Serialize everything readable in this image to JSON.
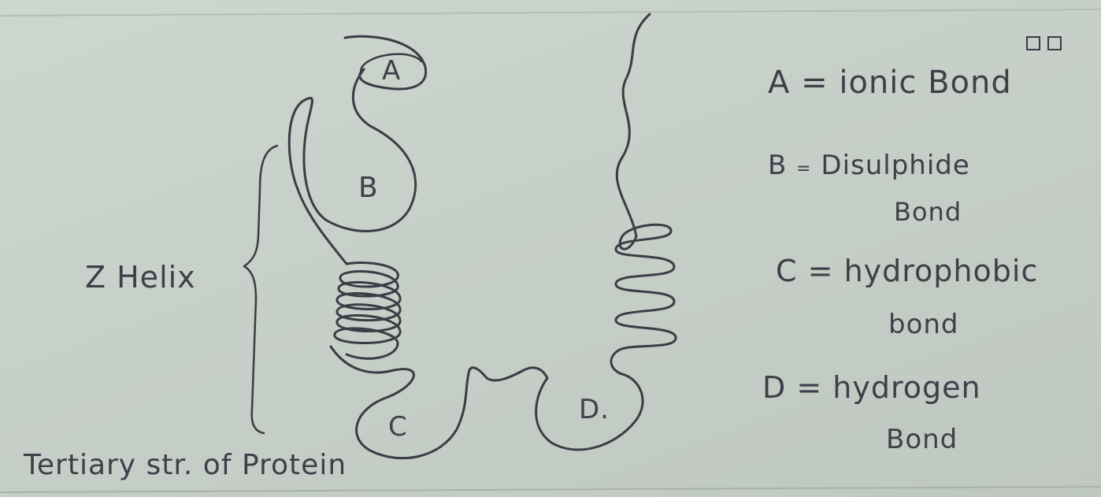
{
  "labels": {
    "a": "A",
    "b": "B",
    "c": "C",
    "d": "D."
  },
  "helix_label": "Z Helix",
  "legend": [
    {
      "key": "A",
      "sep": "=",
      "text": "ionic Bond"
    },
    {
      "key": "B",
      "sep": "=",
      "text": "Disulphide",
      "text2": "Bond"
    },
    {
      "key": "C",
      "sep": "=",
      "text": "hydrophobic",
      "text2": "bond"
    },
    {
      "key": "D",
      "sep": "=",
      "text": "hydrogen",
      "text2": "Bond"
    }
  ],
  "caption": "Tertiary str. of Protein",
  "colors": {
    "ink": "#3f3f4a",
    "paper": "#c9d2cb"
  }
}
